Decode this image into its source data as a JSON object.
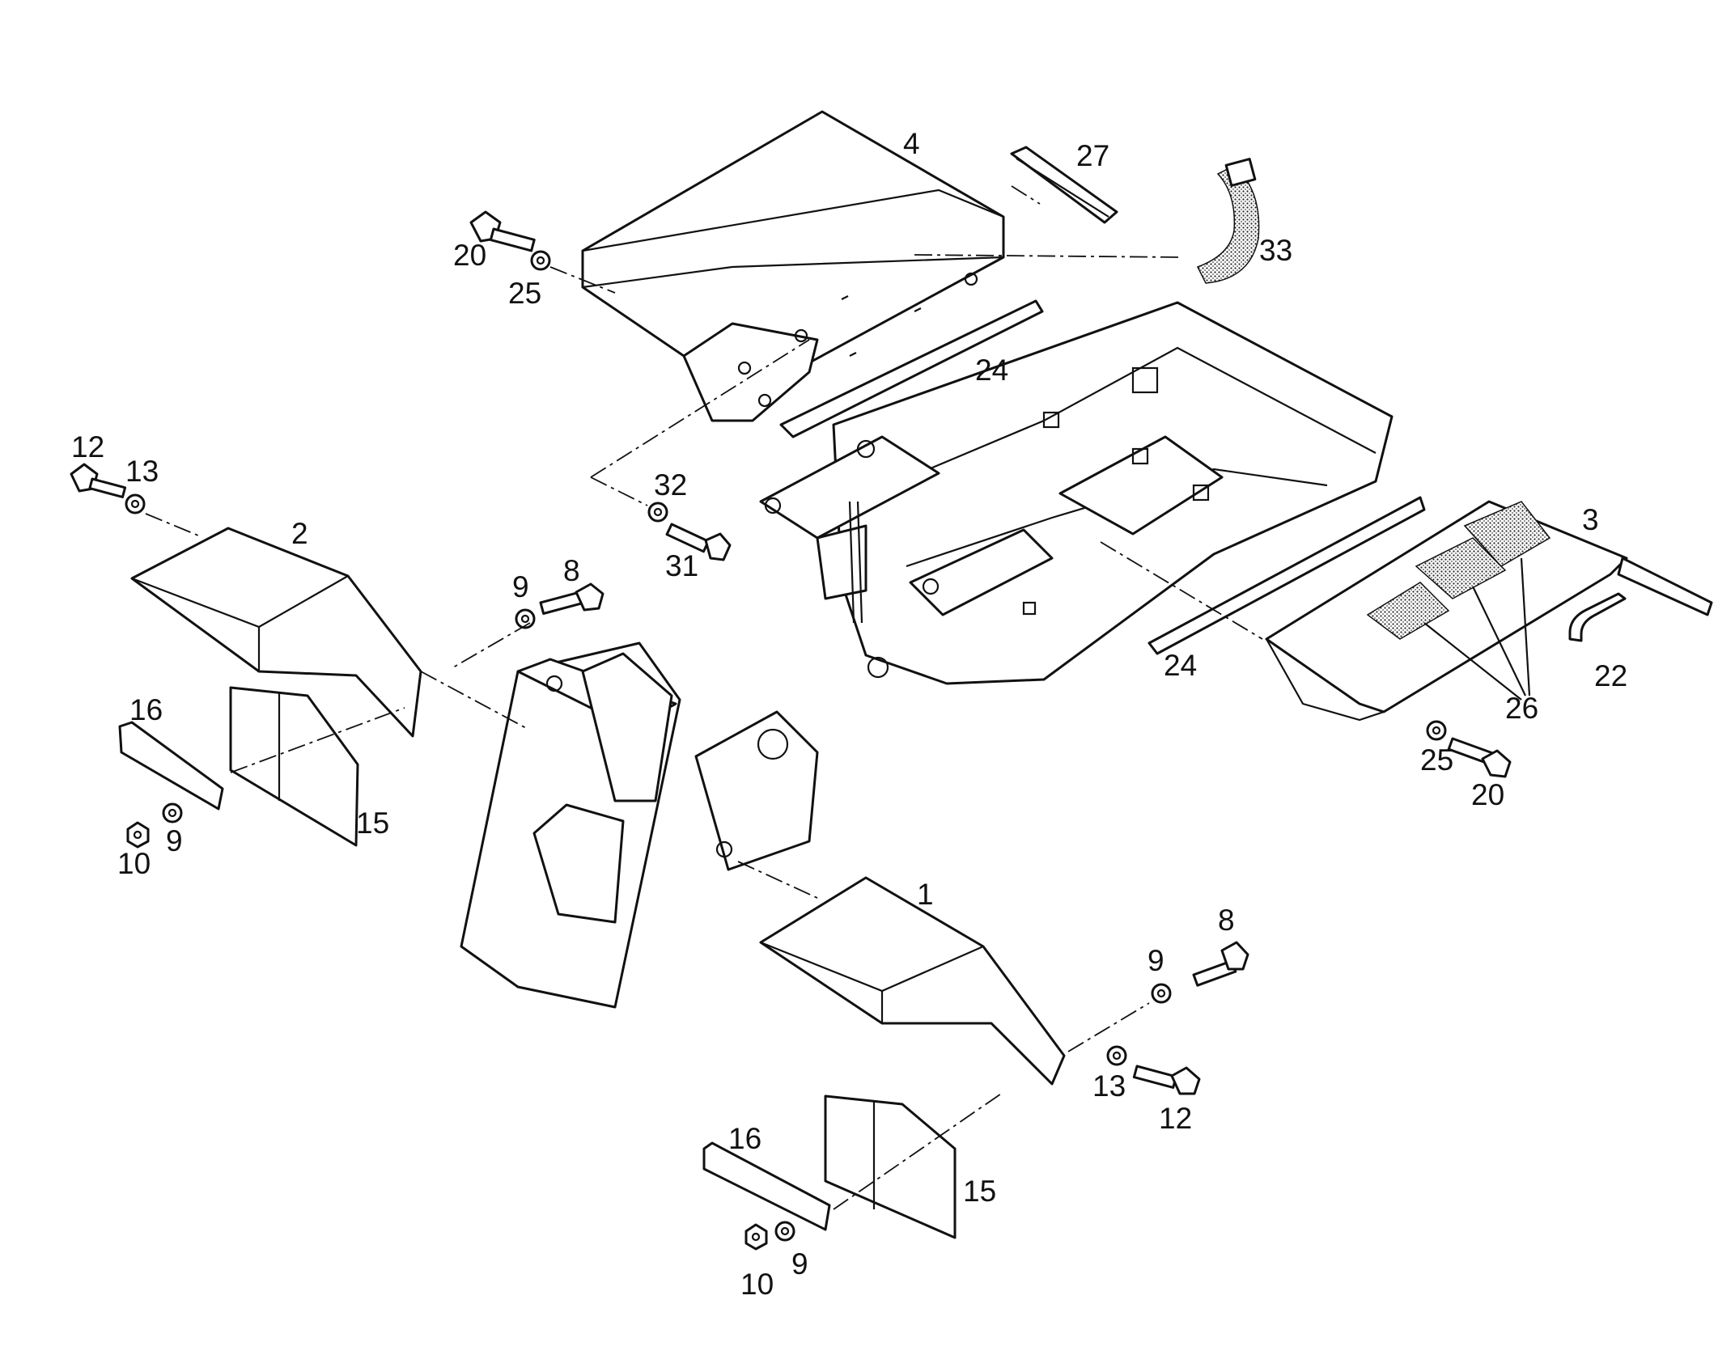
{
  "labels": {
    "l1": "1",
    "l2": "2",
    "l3": "3",
    "l4": "4",
    "l8a": "8",
    "l8b": "8",
    "l9a": "9",
    "l9b": "9",
    "l9c": "9",
    "l9d": "9",
    "l10a": "10",
    "l10b": "10",
    "l12a": "12",
    "l12b": "12",
    "l13a": "13",
    "l13b": "13",
    "l15a": "15",
    "l15b": "15",
    "l16a": "16",
    "l16b": "16",
    "l20a": "20",
    "l20b": "20",
    "l22": "22",
    "l24a": "24",
    "l24b": "24",
    "l25a": "25",
    "l25b": "25",
    "l26": "26",
    "l27": "27",
    "l31": "31",
    "l32": "32",
    "l33": "33"
  }
}
